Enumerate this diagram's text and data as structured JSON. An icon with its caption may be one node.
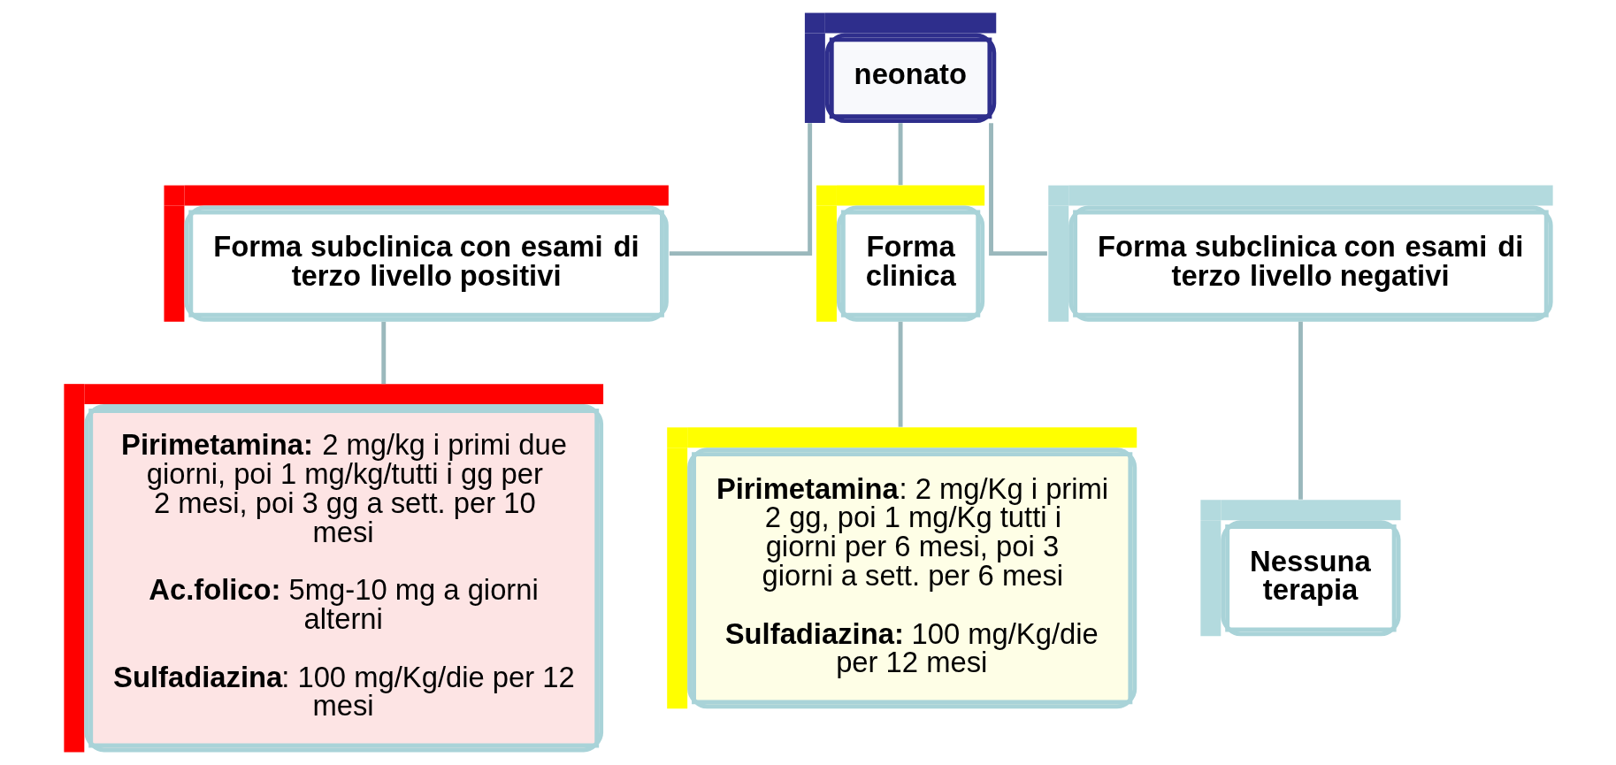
{
  "diagram": {
    "nodes": [
      {
        "text": [
          "neonato"
        ]
      },
      {
        "text": [
          "Forma subclinica con esami di terzo livello positivi"
        ]
      },
      {
        "text": [
          "Forma clinica"
        ]
      },
      {
        "text": [
          "Forma subclinica con esami di terzo livello negativi"
        ]
      },
      {
        "text": [
          "**Pirimetamina:** 2 mg/kg i primi due giorni, poi 1 mg/kg/tutti i gg per 2 mesi, poi 3 gg a sett. per 10 mesi",
          "**Ac.folico:** 5mg-10 mg a giorni alterni",
          "**Sulfadiazina**: 100 mg/Kg/die per 12 mesi"
        ]
      },
      {
        "text": [
          "**Pirimetamina**: 2 mg/Kg i primi 2 gg, poi 1 mg/Kg tutti i giorni per 6 mesi, poi 3 giorni a sett. per 6 mesi",
          "**Sulfadiazina:** 100 mg/Kg/die per 12 mesi"
        ]
      },
      {
        "text": [
          "Nessuna terapia"
        ]
      }
    ],
    "edges": [
      {
        "from": 0,
        "to": 1,
        "arrow": "none"
      },
      {
        "from": 0,
        "to": 2,
        "arrow": "none"
      },
      {
        "from": 0,
        "to": 3,
        "arrow": "none"
      },
      {
        "from": 1,
        "to": 4,
        "arrow": "none"
      },
      {
        "from": 2,
        "to": 5,
        "arrow": "none"
      },
      {
        "from": 3,
        "to": 6,
        "arrow": "none"
      }
    ]
  }
}
